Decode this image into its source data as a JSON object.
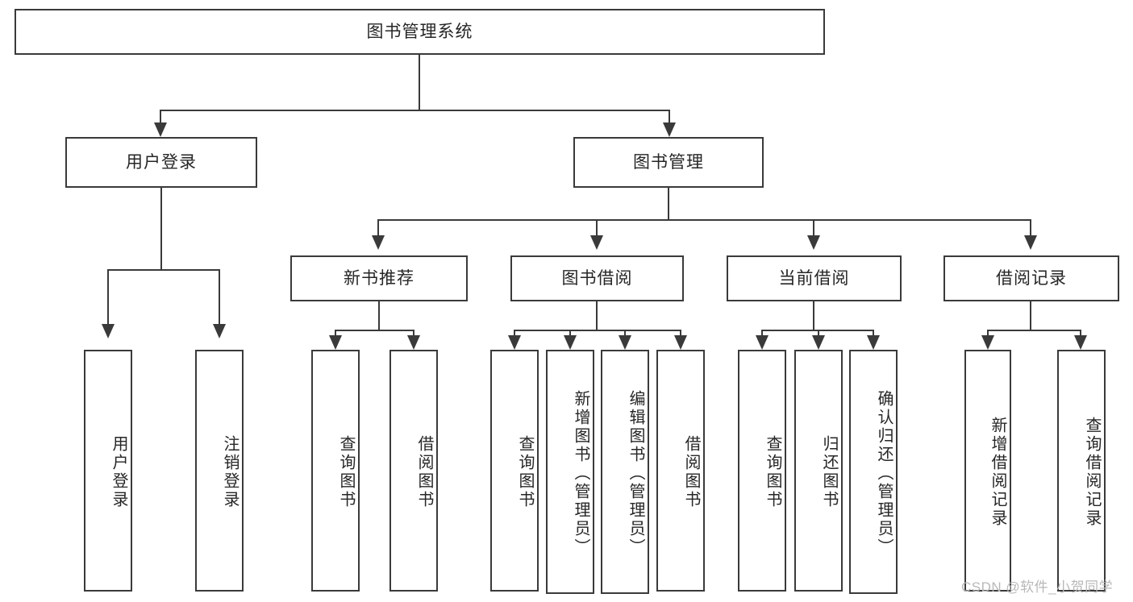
{
  "diagram": {
    "type": "tree-hierarchy",
    "title": "图书管理系统",
    "root": {
      "id": "root",
      "label": "图书管理系统",
      "orientation": "horizontal"
    },
    "level1": [
      {
        "id": "user-login",
        "label": "用户登录",
        "orientation": "horizontal"
      },
      {
        "id": "book-management",
        "label": "图书管理",
        "orientation": "horizontal"
      }
    ],
    "level2": [
      {
        "id": "new-book-recommend",
        "label": "新书推荐",
        "orientation": "horizontal",
        "parent": "book-management"
      },
      {
        "id": "book-borrow",
        "label": "图书借阅",
        "orientation": "horizontal",
        "parent": "book-management"
      },
      {
        "id": "current-borrow",
        "label": "当前借阅",
        "orientation": "horizontal",
        "parent": "book-management"
      },
      {
        "id": "borrow-record",
        "label": "借阅记录",
        "orientation": "horizontal",
        "parent": "book-management"
      }
    ],
    "leaves": [
      {
        "id": "leaf-user-login",
        "label": "用户登录",
        "parent": "user-login",
        "orientation": "vertical"
      },
      {
        "id": "leaf-logout-login",
        "label": "注销登录",
        "parent": "user-login",
        "orientation": "vertical"
      },
      {
        "id": "leaf-query-book-1",
        "label": "查询图书",
        "parent": "new-book-recommend",
        "orientation": "vertical"
      },
      {
        "id": "leaf-borrow-book-1",
        "label": "借阅图书",
        "parent": "new-book-recommend",
        "orientation": "vertical"
      },
      {
        "id": "leaf-query-book-2",
        "label": "查询图书",
        "parent": "book-borrow",
        "orientation": "vertical"
      },
      {
        "id": "leaf-add-book-admin",
        "label": "新增图书（管理员）",
        "parent": "book-borrow",
        "orientation": "vertical"
      },
      {
        "id": "leaf-edit-book-admin",
        "label": "编辑图书（管理员）",
        "parent": "book-borrow",
        "orientation": "vertical"
      },
      {
        "id": "leaf-borrow-book-2",
        "label": "借阅图书",
        "parent": "book-borrow",
        "orientation": "vertical"
      },
      {
        "id": "leaf-query-book-3",
        "label": "查询图书",
        "parent": "current-borrow",
        "orientation": "vertical"
      },
      {
        "id": "leaf-return-book",
        "label": "归还图书",
        "parent": "current-borrow",
        "orientation": "vertical"
      },
      {
        "id": "leaf-confirm-return-admin",
        "label": "确认归还（管理员）",
        "parent": "current-borrow",
        "orientation": "vertical"
      },
      {
        "id": "leaf-add-borrow-record",
        "label": "新增借阅记录",
        "parent": "borrow-record",
        "orientation": "vertical"
      },
      {
        "id": "leaf-query-borrow-record",
        "label": "查询借阅记录",
        "parent": "borrow-record",
        "orientation": "vertical"
      }
    ]
  },
  "watermark": {
    "text": "CSDN @软件_小贺同学"
  },
  "colors": {
    "border": "#3a3a3a",
    "background": "#ffffff",
    "text": "#262626",
    "watermark": "#b8b8b8"
  }
}
